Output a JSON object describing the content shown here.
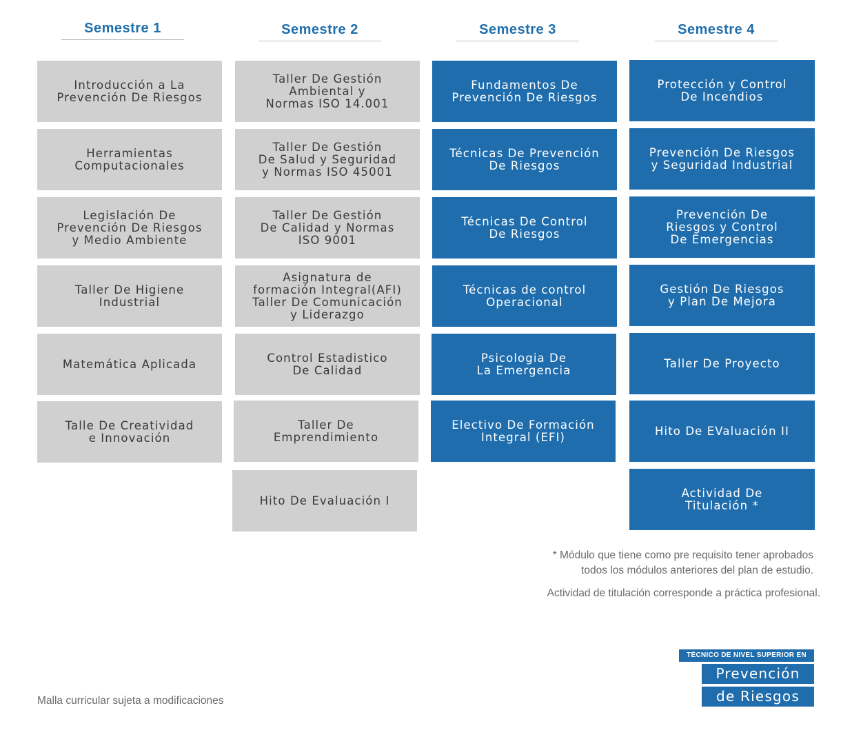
{
  "semesters": [
    {
      "title": "Semestre 1",
      "modules": [
        "Introducción a La\nPrevención De Riesgos",
        "Herramientas\nComputacionales",
        "Legislación De\nPrevención De Riesgos\ny Medio Ambiente",
        "Taller De Higiene\nIndustrial",
        "Matemática Aplicada",
        "Talle De Creatividad\ne Innovación"
      ]
    },
    {
      "title": "Semestre 2",
      "modules": [
        "Taller De Gestión\nAmbiental y\nNormas ISO 14.001",
        "Taller De Gestión\nDe Salud y Seguridad\ny Normas ISO 45001",
        "Taller De Gestión\nDe Calidad y Normas\nISO 9001",
        "Asignatura de\nformación Integral(AFI)\nTaller De Comunicación\ny Liderazgo",
        "Control Estadistico\nDe Calidad",
        "Taller De\nEmprendimiento",
        "Hito De Evaluación I"
      ]
    },
    {
      "title": "Semestre 3",
      "modules": [
        "Fundamentos De\nPrevención De Riesgos",
        "Técnicas De Prevención\nDe Riesgos",
        "Técnicas De Control\nDe Riesgos",
        "Técnicas de control\nOperacional",
        "Psicologia De\nLa Emergencia",
        "Electivo De Formación\nIntegral (EFI)"
      ]
    },
    {
      "title": "Semestre 4",
      "modules": [
        "Protección y Control\nDe Incendios",
        "Prevención De Riesgos\ny Seguridad Industrial",
        "Prevención De\nRiesgos y Control\nDe Emergencias",
        "Gestión De Riesgos\ny Plan De Mejora",
        "Taller De Proyecto",
        "Hito De EValuación II",
        "Actividad De\nTitulación *"
      ]
    }
  ],
  "notes": {
    "prerequisite_line1": "* Módulo que tiene como pre requisito tener aprobados",
    "prerequisite_line2": "todos los módulos anteriores del plan de estudio.",
    "titulacion": "Actividad de titulación corresponde a práctica profesional."
  },
  "footer": "Malla curricular sujeta a modificaciones",
  "brand": {
    "top": "TÉCNICO DE NIVEL SUPERIOR EN",
    "line1": "Prevención",
    "line2": "de Riesgos"
  },
  "colors": {
    "blue": "#1f6dad",
    "gray": "#d0d0d0",
    "header_text": "#1e6fac"
  }
}
